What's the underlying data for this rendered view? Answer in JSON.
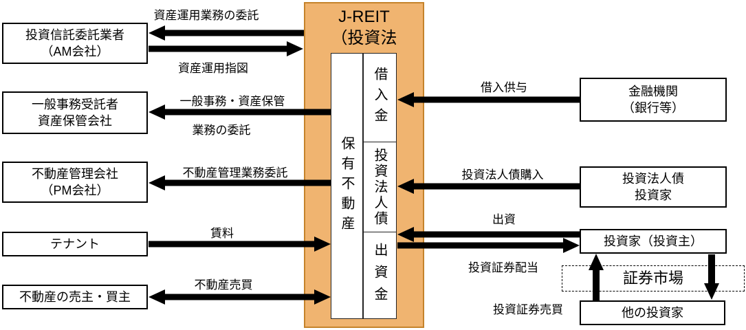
{
  "colors": {
    "background": "#FFFFFF",
    "center_fill": "#F0B470",
    "center_border": "#C5832B",
    "box_border": "#000000",
    "arrow": "#000000",
    "text": "#000000"
  },
  "center_unit": {
    "title": "J-REIT\n（投資法",
    "asset_box_label": "保有不動産",
    "funding_boxes": [
      {
        "label": "借入金"
      },
      {
        "label": "投資法人債"
      },
      {
        "label": "出資金"
      }
    ]
  },
  "left_entities": [
    {
      "label": "投資信託委託業者\n（AM会社）"
    },
    {
      "label": "一般事務受託者\n資産保管会社"
    },
    {
      "label": "不動産管理会社\n（PM会社）"
    },
    {
      "label": "テナント"
    },
    {
      "label": "不動産の売主・買主"
    }
  ],
  "right_entities": [
    {
      "label": "金融機関\n（銀行等）"
    },
    {
      "label": "投資法人債\n投資家"
    },
    {
      "label": "投資家（投資主）"
    },
    {
      "label": "他の投資家"
    }
  ],
  "market_box": {
    "label": "証券市場"
  },
  "flow_labels": [
    {
      "label": "資産運用業務の委託"
    },
    {
      "label": "資産運用指図"
    },
    {
      "label": "一般事務・資産保管"
    },
    {
      "label": "業務の委託"
    },
    {
      "label": "不動産管理業務委託"
    },
    {
      "label": "賃料"
    },
    {
      "label": "不動産売買"
    },
    {
      "label": "借入供与"
    },
    {
      "label": "投資法人債購入"
    },
    {
      "label": "出資"
    },
    {
      "label": "投資証券配当"
    },
    {
      "label": "投資証券売買"
    }
  ]
}
